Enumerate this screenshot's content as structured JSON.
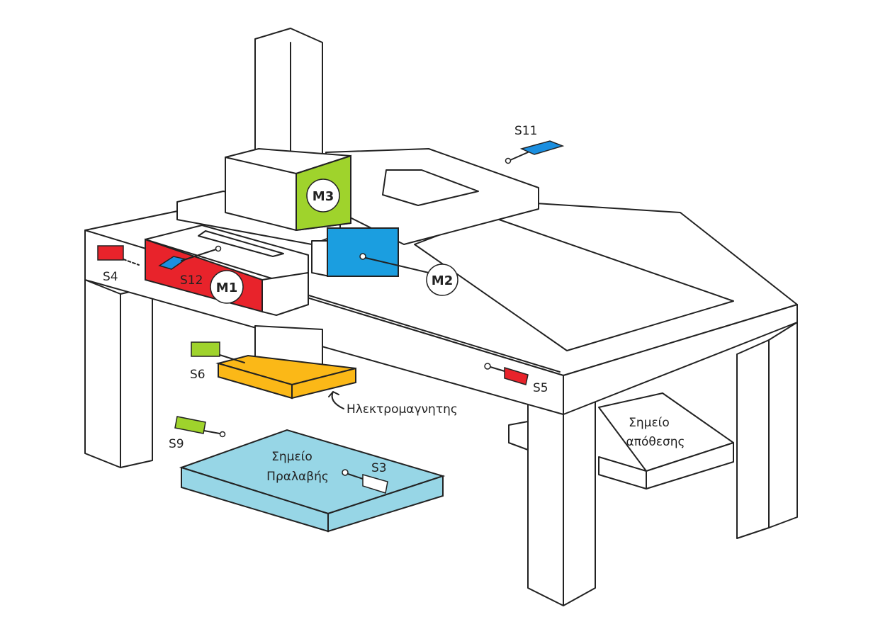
{
  "colors": {
    "motor_m1": "#e8232b",
    "motor_m2": "#1b9ee0",
    "motor_m3": "#9fd32c",
    "sensor_red": "#e8232b",
    "sensor_blue": "#1b8fe0",
    "sensor_green": "#9fd32c",
    "electromagnet": "#fbb817",
    "pickup_platform": "#97d6e6",
    "drop_platform": "#efe3bb"
  },
  "motors": {
    "m1": "M1",
    "m2": "M2",
    "m3": "M3"
  },
  "sensors": {
    "s3": "S3",
    "s4": "S4",
    "s5": "S5",
    "s6": "S6",
    "s9": "S9",
    "s11": "S11",
    "s12": "S12"
  },
  "labels": {
    "electromagnet": "Ηλεκτρομαγνητης",
    "pickup_line1": "Σημείο",
    "pickup_line2": "Πραλαβής",
    "drop_line1": "Σημείο",
    "drop_line2": "απόθεσης"
  }
}
